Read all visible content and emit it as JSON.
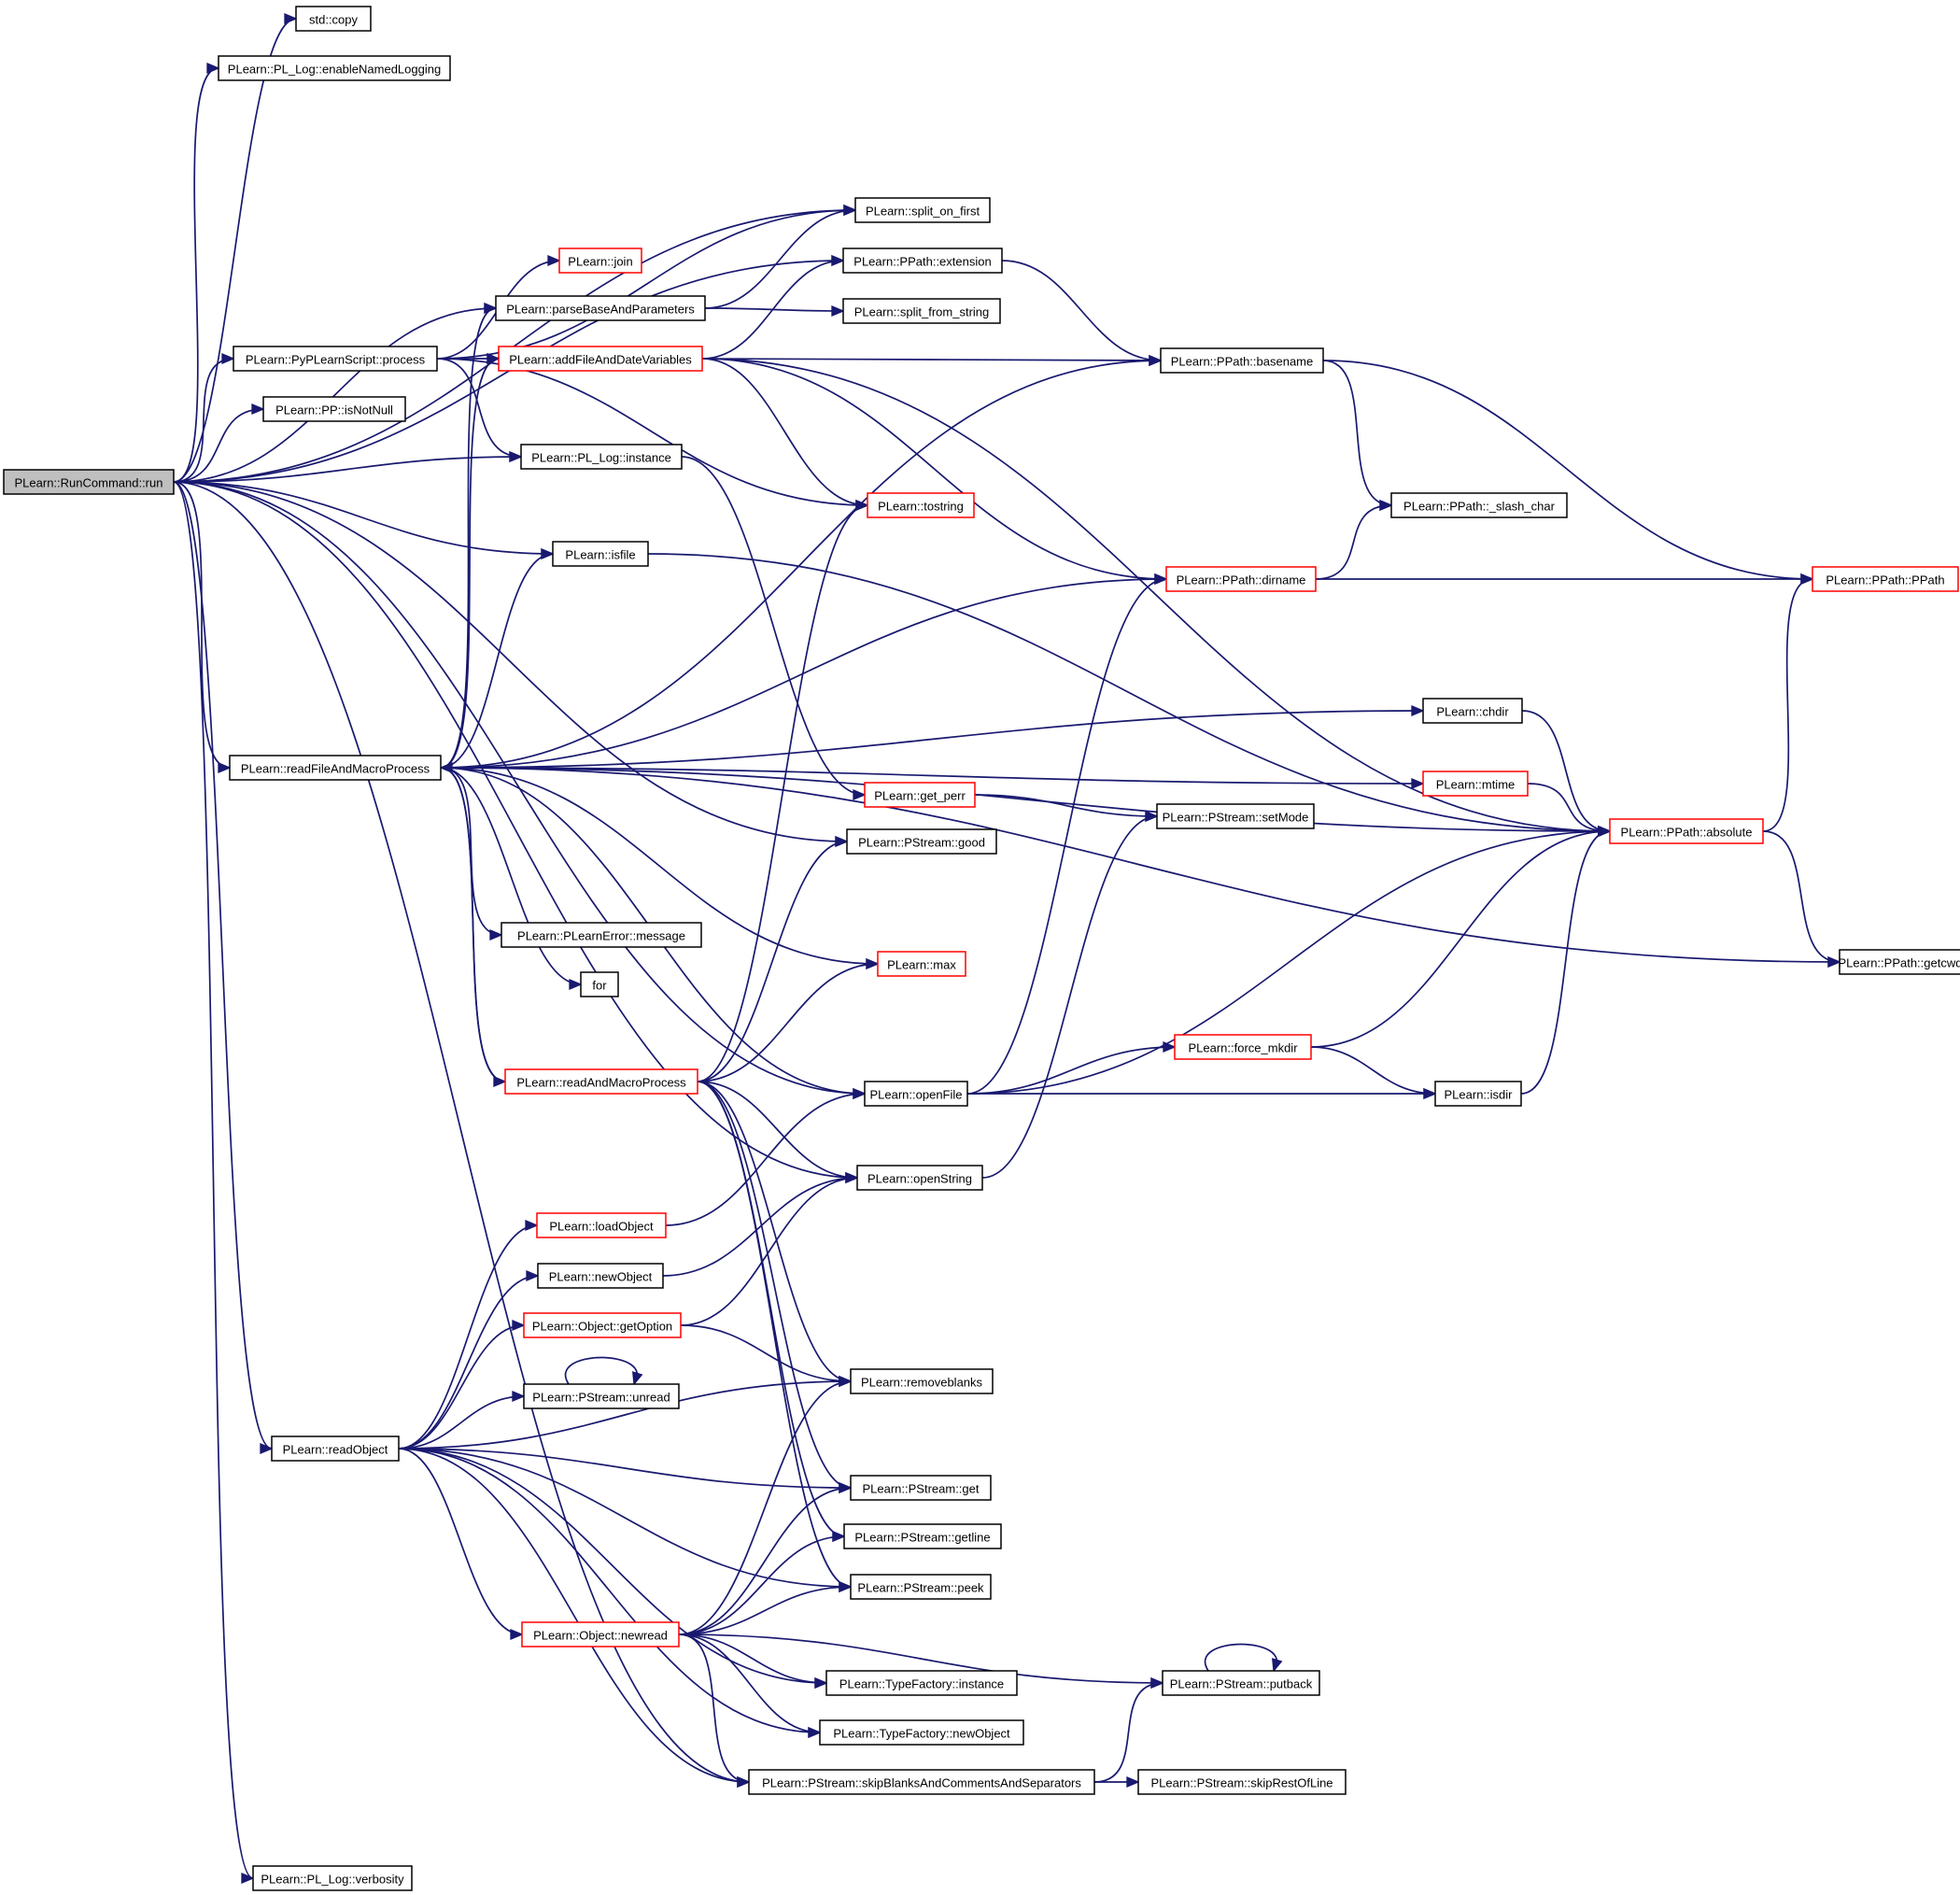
{
  "colors": {
    "edge": "#191970",
    "border": "#000000",
    "border_truncated": "#ff0000",
    "root_fill": "#bfbfbf",
    "node_fill": "#ffffff",
    "text": "#000000"
  },
  "nodes": [
    {
      "id": "run",
      "label": "PLearn::RunCommand::run",
      "style": "root"
    },
    {
      "id": "copy",
      "label": "std::copy",
      "style": "normal"
    },
    {
      "id": "enableNamedLogging",
      "label": "PLearn::PL_Log::enableNamedLogging",
      "style": "normal"
    },
    {
      "id": "split_on_first",
      "label": "PLearn::split_on_first",
      "style": "normal"
    },
    {
      "id": "extension",
      "label": "PLearn::PPath::extension",
      "style": "normal"
    },
    {
      "id": "join",
      "label": "PLearn::join",
      "style": "truncated"
    },
    {
      "id": "parseBaseAndParameters",
      "label": "PLearn::parseBaseAndParameters",
      "style": "normal"
    },
    {
      "id": "split_from_string",
      "label": "PLearn::split_from_string",
      "style": "normal"
    },
    {
      "id": "process",
      "label": "PLearn::PyPLearnScript::process",
      "style": "normal"
    },
    {
      "id": "addFileAndDateVariables",
      "label": "PLearn::addFileAndDateVariables",
      "style": "truncated"
    },
    {
      "id": "basename",
      "label": "PLearn::PPath::basename",
      "style": "normal"
    },
    {
      "id": "isNotNull",
      "label": "PLearn::PP::isNotNull",
      "style": "normal"
    },
    {
      "id": "pl_instance",
      "label": "PLearn::PL_Log::instance",
      "style": "normal"
    },
    {
      "id": "tostring",
      "label": "PLearn::tostring",
      "style": "truncated"
    },
    {
      "id": "slash_char",
      "label": "PLearn::PPath::_slash_char",
      "style": "normal"
    },
    {
      "id": "isfile",
      "label": "PLearn::isfile",
      "style": "normal"
    },
    {
      "id": "dirname",
      "label": "PLearn::PPath::dirname",
      "style": "truncated"
    },
    {
      "id": "ppath",
      "label": "PLearn::PPath::PPath",
      "style": "truncated"
    },
    {
      "id": "chdir",
      "label": "PLearn::chdir",
      "style": "normal"
    },
    {
      "id": "readFileAndMacroProcess",
      "label": "PLearn::readFileAndMacroProcess",
      "style": "normal"
    },
    {
      "id": "mtime",
      "label": "PLearn::mtime",
      "style": "truncated"
    },
    {
      "id": "get_perr",
      "label": "PLearn::get_perr",
      "style": "truncated"
    },
    {
      "id": "setMode",
      "label": "PLearn::PStream::setMode",
      "style": "normal"
    },
    {
      "id": "absolute",
      "label": "PLearn::PPath::absolute",
      "style": "truncated"
    },
    {
      "id": "good",
      "label": "PLearn::PStream::good",
      "style": "normal"
    },
    {
      "id": "message",
      "label": "PLearn::PLearnError::message",
      "style": "normal"
    },
    {
      "id": "getcwd",
      "label": "PLearn::PPath::getcwd",
      "style": "normal"
    },
    {
      "id": "max",
      "label": "PLearn::max",
      "style": "truncated"
    },
    {
      "id": "for",
      "label": "for",
      "style": "normal"
    },
    {
      "id": "force_mkdir",
      "label": "PLearn::force_mkdir",
      "style": "truncated"
    },
    {
      "id": "readAndMacroProcess",
      "label": "PLearn::readAndMacroProcess",
      "style": "truncated"
    },
    {
      "id": "openFile",
      "label": "PLearn::openFile",
      "style": "normal"
    },
    {
      "id": "isdir",
      "label": "PLearn::isdir",
      "style": "normal"
    },
    {
      "id": "openString",
      "label": "PLearn::openString",
      "style": "normal"
    },
    {
      "id": "loadObject",
      "label": "PLearn::loadObject",
      "style": "truncated"
    },
    {
      "id": "newObject",
      "label": "PLearn::newObject",
      "style": "normal"
    },
    {
      "id": "getOption",
      "label": "PLearn::Object::getOption",
      "style": "truncated"
    },
    {
      "id": "unread",
      "label": "PLearn::PStream::unread",
      "style": "normal"
    },
    {
      "id": "removeblanks",
      "label": "PLearn::removeblanks",
      "style": "normal"
    },
    {
      "id": "readObject",
      "label": "PLearn::readObject",
      "style": "normal"
    },
    {
      "id": "get",
      "label": "PLearn::PStream::get",
      "style": "normal"
    },
    {
      "id": "getline",
      "label": "PLearn::PStream::getline",
      "style": "normal"
    },
    {
      "id": "peek",
      "label": "PLearn::PStream::peek",
      "style": "normal"
    },
    {
      "id": "newread",
      "label": "PLearn::Object::newread",
      "style": "truncated"
    },
    {
      "id": "putback",
      "label": "PLearn::PStream::putback",
      "style": "normal"
    },
    {
      "id": "tf_instance",
      "label": "PLearn::TypeFactory::instance",
      "style": "normal"
    },
    {
      "id": "tf_newObject",
      "label": "PLearn::TypeFactory::newObject",
      "style": "normal"
    },
    {
      "id": "skipBlanks",
      "label": "PLearn::PStream::skipBlanksAndCommentsAndSeparators",
      "style": "normal"
    },
    {
      "id": "skipRestOfLine",
      "label": "PLearn::PStream::skipRestOfLine",
      "style": "normal"
    },
    {
      "id": "verbosity",
      "label": "PLearn::PL_Log::verbosity",
      "style": "normal"
    }
  ],
  "edges": [
    [
      "run",
      "copy"
    ],
    [
      "run",
      "enableNamedLogging"
    ],
    [
      "run",
      "split_on_first"
    ],
    [
      "run",
      "extension"
    ],
    [
      "run",
      "parseBaseAndParameters"
    ],
    [
      "run",
      "process"
    ],
    [
      "run",
      "isNotNull"
    ],
    [
      "run",
      "pl_instance"
    ],
    [
      "run",
      "good"
    ],
    [
      "run",
      "isfile"
    ],
    [
      "run",
      "readFileAndMacroProcess"
    ],
    [
      "run",
      "openFile"
    ],
    [
      "run",
      "openString"
    ],
    [
      "run",
      "readObject"
    ],
    [
      "run",
      "skipBlanks"
    ],
    [
      "run",
      "verbosity"
    ],
    [
      "process",
      "split_on_first"
    ],
    [
      "process",
      "join"
    ],
    [
      "process",
      "addFileAndDateVariables"
    ],
    [
      "process",
      "pl_instance"
    ],
    [
      "process",
      "tostring"
    ],
    [
      "parseBaseAndParameters",
      "split_on_first"
    ],
    [
      "parseBaseAndParameters",
      "split_from_string"
    ],
    [
      "addFileAndDateVariables",
      "extension"
    ],
    [
      "addFileAndDateVariables",
      "basename"
    ],
    [
      "addFileAndDateVariables",
      "tostring"
    ],
    [
      "addFileAndDateVariables",
      "dirname"
    ],
    [
      "addFileAndDateVariables",
      "absolute"
    ],
    [
      "extension",
      "basename"
    ],
    [
      "basename",
      "slash_char"
    ],
    [
      "basename",
      "ppath"
    ],
    [
      "dirname",
      "slash_char"
    ],
    [
      "dirname",
      "ppath"
    ],
    [
      "pl_instance",
      "get_perr"
    ],
    [
      "get_perr",
      "setMode"
    ],
    [
      "isfile",
      "absolute"
    ],
    [
      "chdir",
      "absolute"
    ],
    [
      "mtime",
      "absolute"
    ],
    [
      "absolute",
      "ppath"
    ],
    [
      "absolute",
      "getcwd"
    ],
    [
      "readFileAndMacroProcess",
      "parseBaseAndParameters"
    ],
    [
      "readFileAndMacroProcess",
      "addFileAndDateVariables"
    ],
    [
      "readFileAndMacroProcess",
      "isfile"
    ],
    [
      "readFileAndMacroProcess",
      "basename"
    ],
    [
      "readFileAndMacroProcess",
      "dirname"
    ],
    [
      "readFileAndMacroProcess",
      "chdir"
    ],
    [
      "readFileAndMacroProcess",
      "mtime"
    ],
    [
      "readFileAndMacroProcess",
      "absolute"
    ],
    [
      "readFileAndMacroProcess",
      "message"
    ],
    [
      "readFileAndMacroProcess",
      "for"
    ],
    [
      "readFileAndMacroProcess",
      "max"
    ],
    [
      "readFileAndMacroProcess",
      "getcwd"
    ],
    [
      "readFileAndMacroProcess",
      "openFile"
    ],
    [
      "readFileAndMacroProcess",
      "readAndMacroProcess"
    ],
    [
      "readAndMacroProcess",
      "readFileAndMacroProcess"
    ],
    [
      "readAndMacroProcess",
      "tostring"
    ],
    [
      "readAndMacroProcess",
      "good"
    ],
    [
      "readAndMacroProcess",
      "max"
    ],
    [
      "readAndMacroProcess",
      "openString"
    ],
    [
      "readAndMacroProcess",
      "removeblanks"
    ],
    [
      "readAndMacroProcess",
      "get"
    ],
    [
      "readAndMacroProcess",
      "getline"
    ],
    [
      "readAndMacroProcess",
      "peek"
    ],
    [
      "openFile",
      "dirname"
    ],
    [
      "openFile",
      "force_mkdir"
    ],
    [
      "openFile",
      "isdir"
    ],
    [
      "openFile",
      "absolute"
    ],
    [
      "force_mkdir",
      "absolute"
    ],
    [
      "force_mkdir",
      "isdir"
    ],
    [
      "isdir",
      "absolute"
    ],
    [
      "openString",
      "setMode"
    ],
    [
      "loadObject",
      "openFile"
    ],
    [
      "newObject",
      "openString"
    ],
    [
      "getOption",
      "openString"
    ],
    [
      "getOption",
      "removeblanks"
    ],
    [
      "unread",
      "unread"
    ],
    [
      "readObject",
      "loadObject"
    ],
    [
      "readObject",
      "newObject"
    ],
    [
      "readObject",
      "getOption"
    ],
    [
      "readObject",
      "unread"
    ],
    [
      "readObject",
      "removeblanks"
    ],
    [
      "readObject",
      "get"
    ],
    [
      "readObject",
      "peek"
    ],
    [
      "readObject",
      "newread"
    ],
    [
      "readObject",
      "tf_instance"
    ],
    [
      "readObject",
      "tf_newObject"
    ],
    [
      "readObject",
      "skipBlanks"
    ],
    [
      "newread",
      "removeblanks"
    ],
    [
      "newread",
      "get"
    ],
    [
      "newread",
      "getline"
    ],
    [
      "newread",
      "peek"
    ],
    [
      "newread",
      "putback"
    ],
    [
      "newread",
      "tf_instance"
    ],
    [
      "newread",
      "tf_newObject"
    ],
    [
      "newread",
      "skipBlanks"
    ],
    [
      "putback",
      "putback"
    ],
    [
      "skipBlanks",
      "putback"
    ],
    [
      "skipBlanks",
      "skipRestOfLine"
    ]
  ]
}
